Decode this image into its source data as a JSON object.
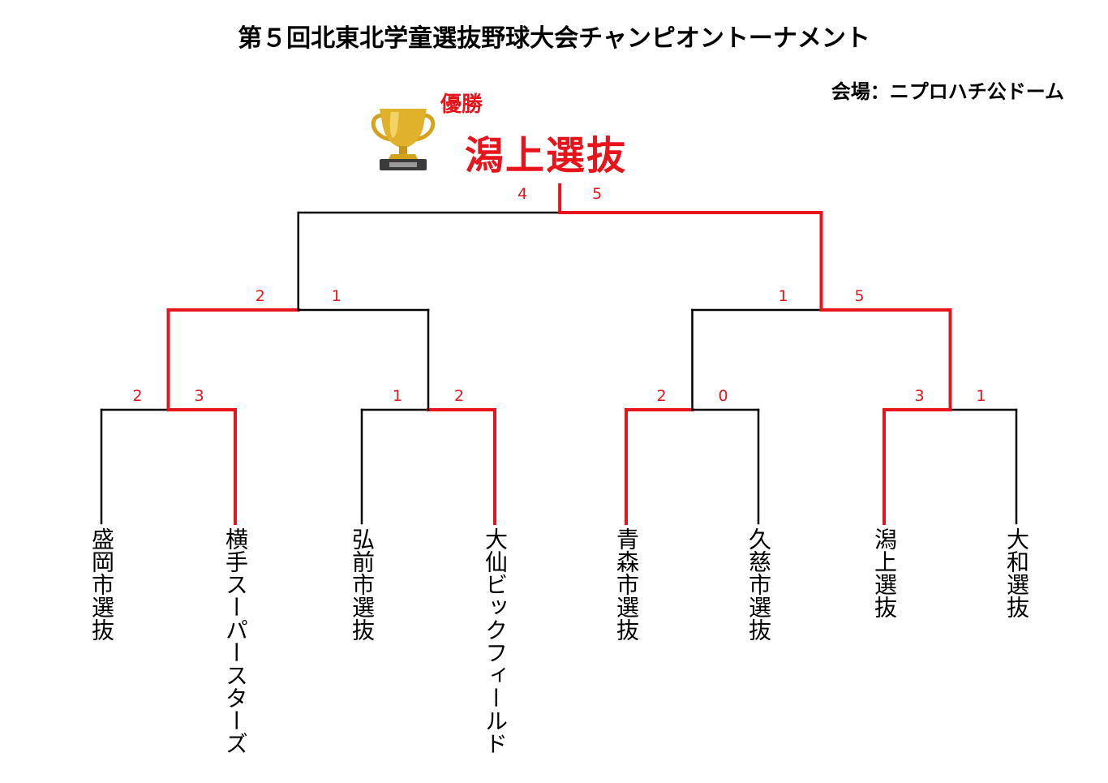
{
  "title": "第５回北東北学童選抜野球大会チャンピオントーナメント",
  "venue": "会場：ニプロハチ公ドーム",
  "champion": {
    "label": "優勝",
    "team": "潟上選抜"
  },
  "colors": {
    "winner_line": "#e8141b",
    "loser_line": "#000000",
    "score_text": "#e8141b"
  },
  "teams": [
    "盛岡市選抜",
    "横手スーパースターズ",
    "弘前市選抜",
    "大仙ビックフィールド",
    "青森市選抜",
    "久慈市選抜",
    "潟上選抜",
    "大和選抜"
  ],
  "matches": {
    "r1": [
      {
        "left": "2",
        "right": "3",
        "winner": "right"
      },
      {
        "left": "1",
        "right": "2",
        "winner": "right"
      },
      {
        "left": "2",
        "right": "0",
        "winner": "left"
      },
      {
        "left": "3",
        "right": "1",
        "winner": "left"
      }
    ],
    "r2": [
      {
        "left": "2",
        "right": "1",
        "winner": "left"
      },
      {
        "left": "1",
        "right": "5",
        "winner": "right"
      }
    ],
    "final": {
      "left": "4",
      "right": "5",
      "winner": "right"
    }
  },
  "icons": {
    "trophy": "trophy-icon"
  }
}
